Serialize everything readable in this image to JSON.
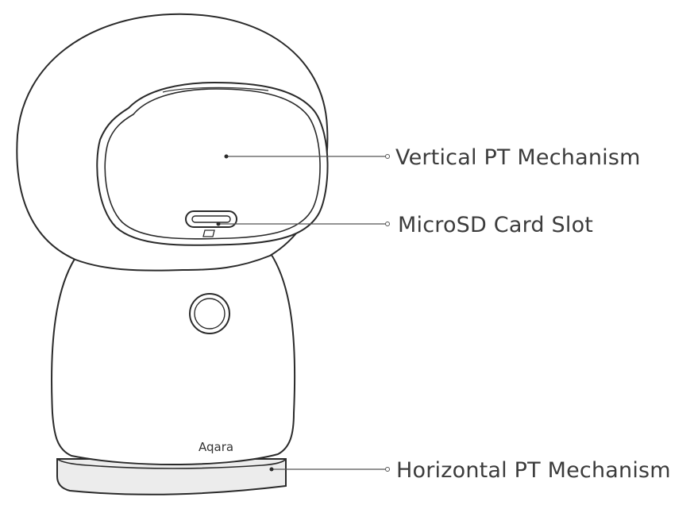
{
  "product": {
    "brand_logo_text": "Aqara"
  },
  "callouts": [
    {
      "id": "vertical-pt",
      "label": "Vertical PT Mechanism"
    },
    {
      "id": "microsd-slot",
      "label": "MicroSD Card Slot"
    },
    {
      "id": "horizontal-pt",
      "label": "Horizontal PT Mechanism"
    }
  ],
  "colors": {
    "line": "#2a2a2a",
    "leader": "#555555",
    "label": "#3c3c3c",
    "base_fill": "#ececec"
  }
}
